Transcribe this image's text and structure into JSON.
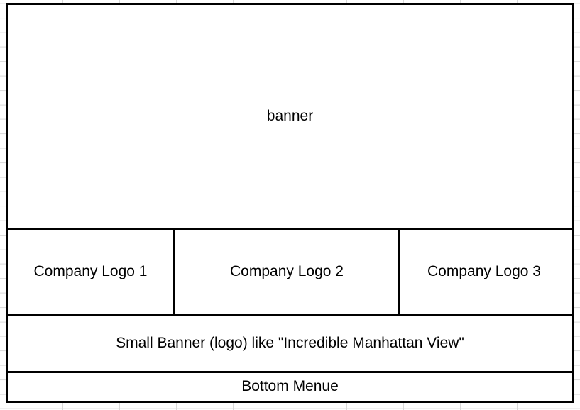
{
  "page": {
    "background_color": "#ffffff",
    "gridline_color": "#d9d9d9",
    "border_color": "#000000"
  },
  "wireframe": {
    "banner": {
      "label": "banner"
    },
    "logo_row": {
      "items": [
        {
          "label": "Company Logo 1"
        },
        {
          "label": "Company Logo 2"
        },
        {
          "label": "Company Logo 3"
        }
      ]
    },
    "small_banner": {
      "label": "Small Banner (logo) like \"Incredible Manhattan View\""
    },
    "bottom_menu": {
      "label": "Bottom Menue"
    }
  }
}
